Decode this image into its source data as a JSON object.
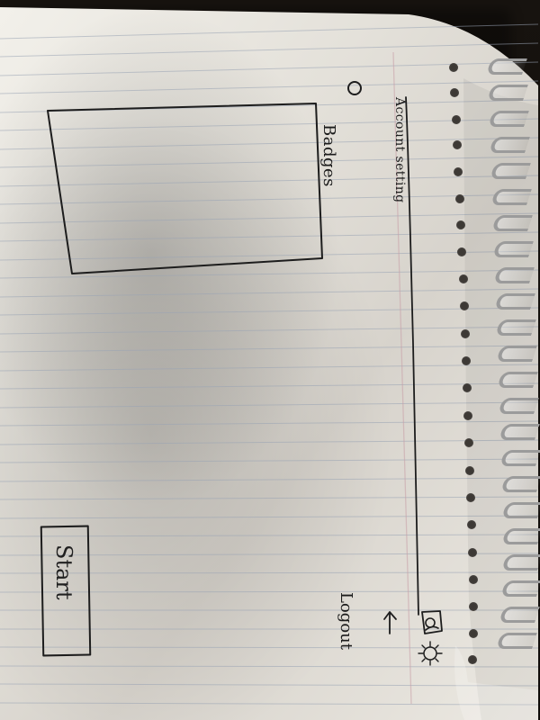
{
  "labels": {
    "badges": "Badges",
    "account_setting": "Account setting",
    "logout": "Logout",
    "start": "Start"
  },
  "icons": {
    "badge": "circle-icon",
    "profile": "profile-icon",
    "settings": "gear-icon",
    "logout": "arrow-up-icon"
  }
}
